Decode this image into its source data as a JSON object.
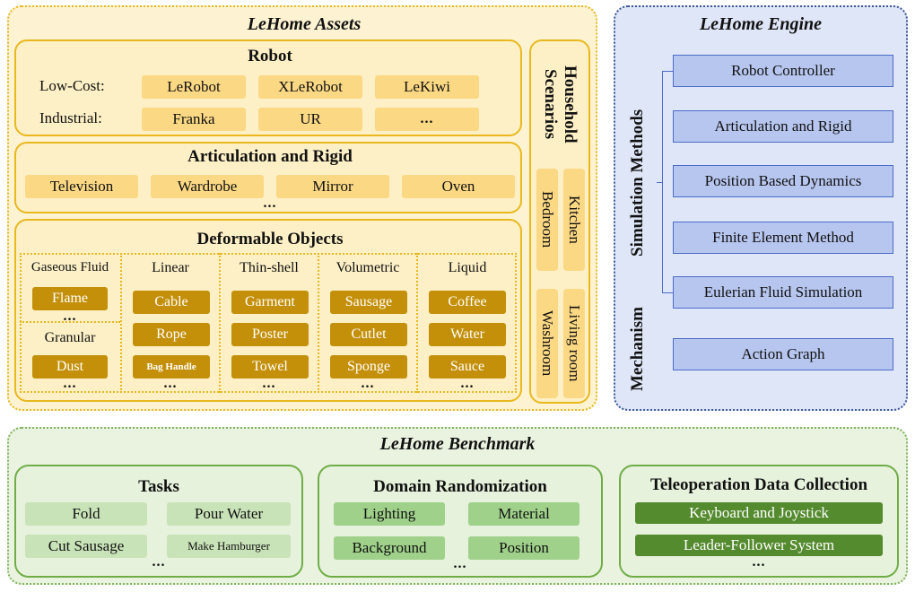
{
  "assets": {
    "title": "LeHome Assets",
    "robot": {
      "title": "Robot",
      "low_cost_label": "Low-Cost:",
      "low_cost": [
        "LeRobot",
        "XLeRobot",
        "LeKiwi"
      ],
      "industrial_label": "Industrial:",
      "industrial": [
        "Franka",
        "UR",
        "..."
      ]
    },
    "articulation": {
      "title": "Articulation and Rigid",
      "items": [
        "Television",
        "Wardrobe",
        "Mirror",
        "Oven"
      ],
      "more": "..."
    },
    "deformable": {
      "title": "Deformable Objects",
      "gaseous": {
        "title": "Gaseous Fluid",
        "items": [
          "Flame"
        ],
        "more": "..."
      },
      "granular": {
        "title": "Granular",
        "items": [
          "Dust"
        ],
        "more": "..."
      },
      "linear": {
        "title": "Linear",
        "items": [
          "Cable",
          "Rope",
          "Bag Handle"
        ],
        "more": "..."
      },
      "thinshell": {
        "title": "Thin-shell",
        "items": [
          "Garment",
          "Poster",
          "Towel"
        ],
        "more": "..."
      },
      "volumetric": {
        "title": "Volumetric",
        "items": [
          "Sausage",
          "Cutlet",
          "Sponge"
        ],
        "more": "..."
      },
      "liquid": {
        "title": "Liquid",
        "items": [
          "Coffee",
          "Water",
          "Sauce"
        ],
        "more": "..."
      }
    },
    "household": {
      "title": "Household Scenarios",
      "col1": [
        "Bedroom",
        "Washroom"
      ],
      "col2": [
        "Kitchen",
        "Living room"
      ]
    }
  },
  "engine": {
    "title": "LeHome Engine",
    "simulation_label": "Simulation Methods",
    "methods": [
      "Robot Controller",
      "Articulation and Rigid",
      "Position Based Dynamics",
      "Finite Element Method",
      "Eulerian Fluid Simulation"
    ],
    "mechanism_label": "Mechanism",
    "mechanism": "Action Graph"
  },
  "benchmark": {
    "title": "LeHome Benchmark",
    "tasks": {
      "title": "Tasks",
      "items": [
        "Fold",
        "Pour Water",
        "Cut Sausage",
        "Make Hamburger"
      ],
      "more": "..."
    },
    "domain": {
      "title": "Domain Randomization",
      "items": [
        "Lighting",
        "Material",
        "Background",
        "Position"
      ],
      "more": "..."
    },
    "teleop": {
      "title": "Teleoperation Data Collection",
      "items": [
        "Keyboard and Joystick",
        "Leader-Follower System"
      ],
      "more": "..."
    }
  },
  "colors": {
    "assets_fill": "#fdf3d2",
    "assets_border": "#e9b81f",
    "yellow_pill": "#fbd884",
    "gold_pill": "#c4900a",
    "engine_fill": "#dfe6f7",
    "engine_border": "#3c5797",
    "blue_box": "#b7c6ef",
    "bench_fill": "#eaf3e0",
    "bench_border": "#70ad47",
    "light_green": "#c9e3b8",
    "mid_green": "#9fd18a",
    "dark_green": "#558b2f"
  }
}
